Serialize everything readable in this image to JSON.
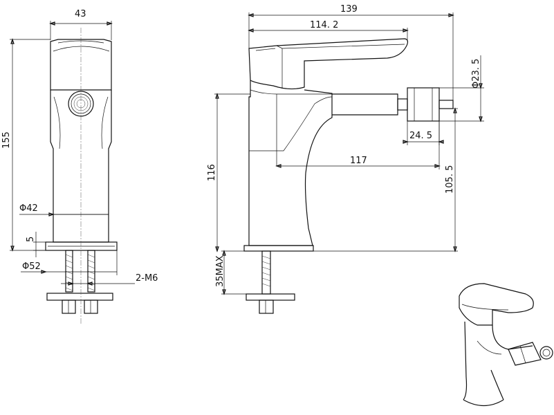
{
  "dimensions": {
    "front_width": "43",
    "front_height": "155",
    "body_diameter": "Φ42",
    "base_thickness": "5",
    "base_diameter": "Φ52",
    "studs": "2-M6",
    "total_length": "139",
    "handle_length": "114. 2",
    "spout_diameter": "Φ23. 5",
    "nozzle_length": "24. 5",
    "spout_reach": "117",
    "body_height": "116",
    "spout_height": "105. 5",
    "max_deck": "35MAX"
  }
}
